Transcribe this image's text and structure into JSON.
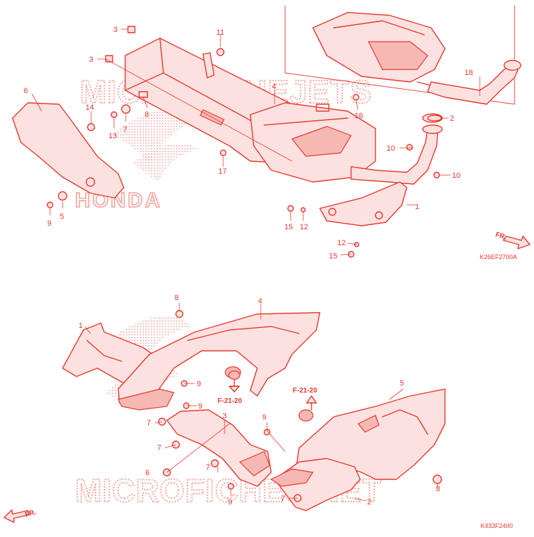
{
  "watermark": {
    "top": "MICROFICHEJETS",
    "bottom": "MICROFICHES.NET",
    "brand": "HONDA"
  },
  "diagram_codes": {
    "upper": "K26EF2700A",
    "lower": "K433F2400"
  },
  "direction_label": "FR.",
  "section_refs": [
    "F-21-20",
    "F-21-20"
  ],
  "upper_callouts": [
    "1",
    "2",
    "3",
    "3",
    "4",
    "5",
    "6",
    "7",
    "8",
    "9",
    "10",
    "10",
    "11",
    "12",
    "12",
    "13",
    "14",
    "15",
    "15",
    "16",
    "17",
    "18"
  ],
  "lower_callouts": [
    "1",
    "2",
    "3",
    "4",
    "5",
    "6",
    "7",
    "7",
    "7",
    "7",
    "8",
    "8",
    "9",
    "9",
    "9",
    "9"
  ],
  "colors": {
    "line": "#e8372f",
    "fill": "#fbe1df",
    "watermark": "#f2a19b"
  }
}
